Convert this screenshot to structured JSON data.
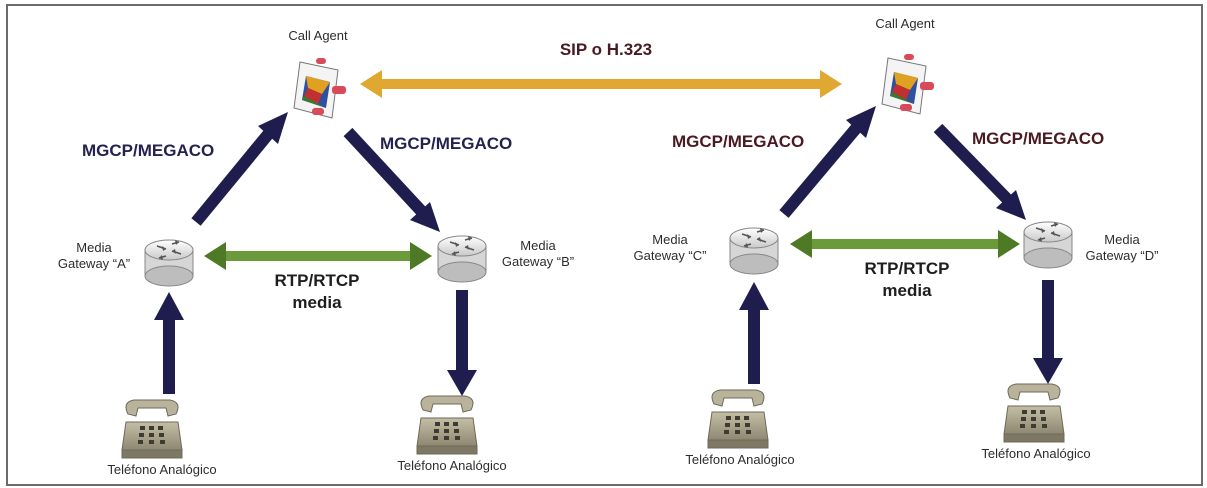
{
  "diagram": {
    "call_agent_left": "Call Agent",
    "call_agent_right": "Call Agent",
    "sip_label": "SIP o H.323",
    "mgcp_a": "MGCP/MEGACO",
    "mgcp_b": "MGCP/MEGACO",
    "mgcp_c": "MGCP/MEGACO",
    "mgcp_d": "MGCP/MEGACO",
    "gw_a": {
      "line1": "Media",
      "line2": "Gateway “A”"
    },
    "gw_b": {
      "line1": "Media",
      "line2": "Gateway “B”"
    },
    "gw_c": {
      "line1": "Media",
      "line2": "Gateway “C”"
    },
    "gw_d": {
      "line1": "Media",
      "line2": "Gateway “D”"
    },
    "rtp_left": {
      "line1": "RTP/RTCP",
      "line2": "media"
    },
    "rtp_right": {
      "line1": "RTP/RTCP",
      "line2": "media"
    },
    "phone_a": "Teléfono Analógico",
    "phone_b": "Teléfono Analógico",
    "phone_c": "Teléfono Analógico",
    "phone_d": "Teléfono Analógico"
  },
  "colors": {
    "signaling_arrow": "#1f1d4d",
    "sip_arrow": "#e0a830",
    "rtp_arrow": "#4f7a25",
    "mgcp_text": "#4a1a22",
    "router_body": "#e8e8e8",
    "phone_body": "#a6a08a"
  },
  "icons": [
    "call-agent-icon",
    "router-icon",
    "analog-phone-icon"
  ]
}
